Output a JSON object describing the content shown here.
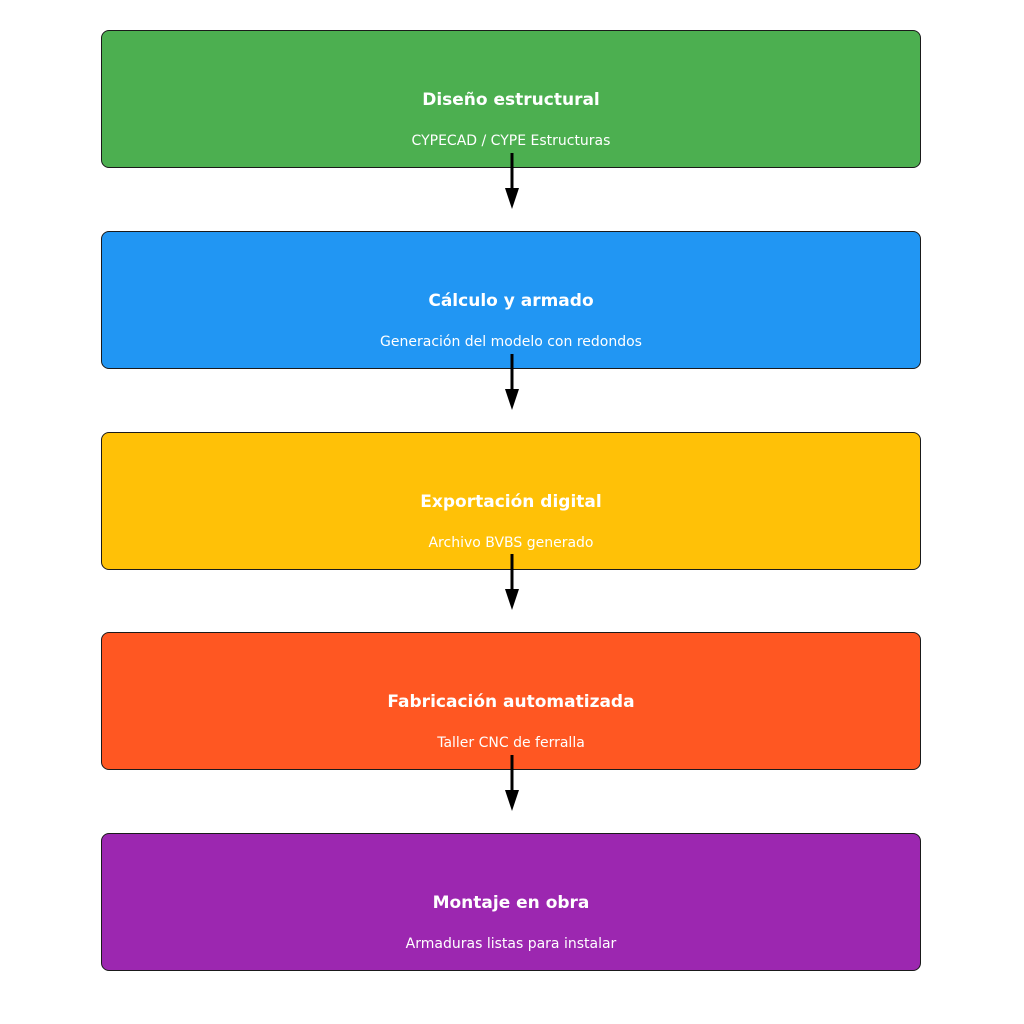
{
  "steps": [
    {
      "title": "Diseño estructural",
      "subtitle": "CYPECAD / CYPE Estructuras",
      "color": "#4CAF50"
    },
    {
      "title": "Cálculo y armado",
      "subtitle": "Generación del modelo con redondos",
      "color": "#2196F3"
    },
    {
      "title": "Exportación digital",
      "subtitle": "Archivo BVBS generado",
      "color": "#FFC107"
    },
    {
      "title": "Fabricación automatizada",
      "subtitle": "Taller CNC de ferralla",
      "color": "#FF5722"
    },
    {
      "title": "Montaje en obra",
      "subtitle": "Armaduras listas para instalar",
      "color": "#9C27B0"
    }
  ],
  "arrow_color": "#000000"
}
